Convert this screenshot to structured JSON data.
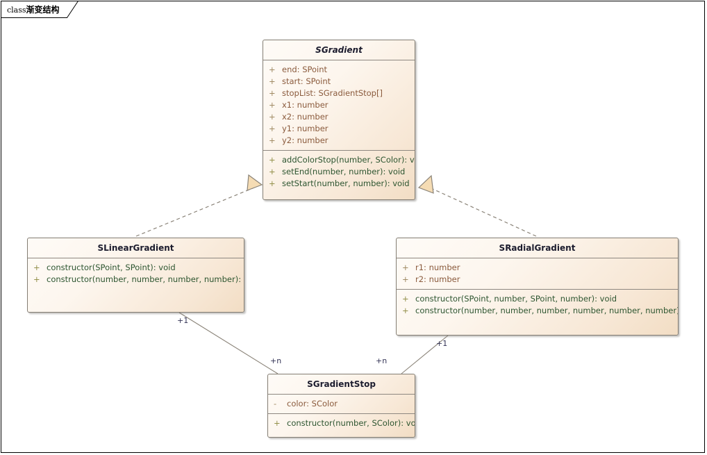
{
  "diagram": {
    "frame_keyword": "class",
    "frame_title": "渐变结构",
    "background_color": "#ffffff",
    "border_color": "#000000"
  },
  "theme": {
    "class_border": "#837d73",
    "class_fill_light": "#fefbf7",
    "class_fill_dark": "#f2ddc4",
    "title_color": "#1c1c2e",
    "attribute_color": "#8a5a3c",
    "operation_color": "#2d5530",
    "connector_color": "#7a7a7a",
    "arrowhead_fill": "#f5dcb4",
    "label_color": "#333355"
  },
  "classes": [
    {
      "id": "sgradient",
      "name": "SGradient",
      "abstract": true,
      "attributes": [
        {
          "visibility": "+",
          "signature": "end: SPoint"
        },
        {
          "visibility": "+",
          "signature": "start: SPoint"
        },
        {
          "visibility": "+",
          "signature": "stopList: SGradientStop[]"
        },
        {
          "visibility": "+",
          "signature": "x1: number"
        },
        {
          "visibility": "+",
          "signature": "x2: number"
        },
        {
          "visibility": "+",
          "signature": "y1: number"
        },
        {
          "visibility": "+",
          "signature": "y2: number"
        }
      ],
      "operations": [
        {
          "visibility": "+",
          "signature": "addColorStop(number, SColor): void"
        },
        {
          "visibility": "+",
          "signature": "setEnd(number, number): void"
        },
        {
          "visibility": "+",
          "signature": "setStart(number, number): void"
        }
      ]
    },
    {
      "id": "slineargradient",
      "name": "SLinearGradient",
      "abstract": false,
      "attributes": [],
      "operations": [
        {
          "visibility": "+",
          "signature": "constructor(SPoint, SPoint): void"
        },
        {
          "visibility": "+",
          "signature": "constructor(number, number, number, number): void"
        }
      ]
    },
    {
      "id": "sradialgradient",
      "name": "SRadialGradient",
      "abstract": false,
      "attributes": [
        {
          "visibility": "+",
          "signature": "r1: number"
        },
        {
          "visibility": "+",
          "signature": "r2: number"
        }
      ],
      "operations": [
        {
          "visibility": "+",
          "signature": "constructor(SPoint, number, SPoint, number): void"
        },
        {
          "visibility": "+",
          "signature": "constructor(number, number, number, number, number, number): void"
        }
      ]
    },
    {
      "id": "sgradientstop",
      "name": "SGradientStop",
      "abstract": false,
      "attributes": [
        {
          "visibility": "-",
          "signature": "color: SColor"
        }
      ],
      "operations": [
        {
          "visibility": "+",
          "signature": "constructor(number, SColor): void"
        }
      ]
    }
  ],
  "relationships": [
    {
      "id": "rel-linear-realizes",
      "type": "realization",
      "from": "SLinearGradient",
      "to": "SGradient",
      "style": "dashed",
      "arrow": "hollow-triangle",
      "source_label": "",
      "target_label": ""
    },
    {
      "id": "rel-radial-realizes",
      "type": "realization",
      "from": "SRadialGradient",
      "to": "SGradient",
      "style": "dashed",
      "arrow": "hollow-triangle",
      "source_label": "",
      "target_label": ""
    },
    {
      "id": "rel-linear-stop",
      "type": "association",
      "from": "SLinearGradient",
      "to": "SGradientStop",
      "style": "solid",
      "arrow": "none",
      "source_label": "+1",
      "target_label": "+n"
    },
    {
      "id": "rel-radial-stop",
      "type": "association",
      "from": "SRadialGradient",
      "to": "SGradientStop",
      "style": "solid",
      "arrow": "none",
      "source_label": "+1",
      "target_label": "+n"
    }
  ]
}
